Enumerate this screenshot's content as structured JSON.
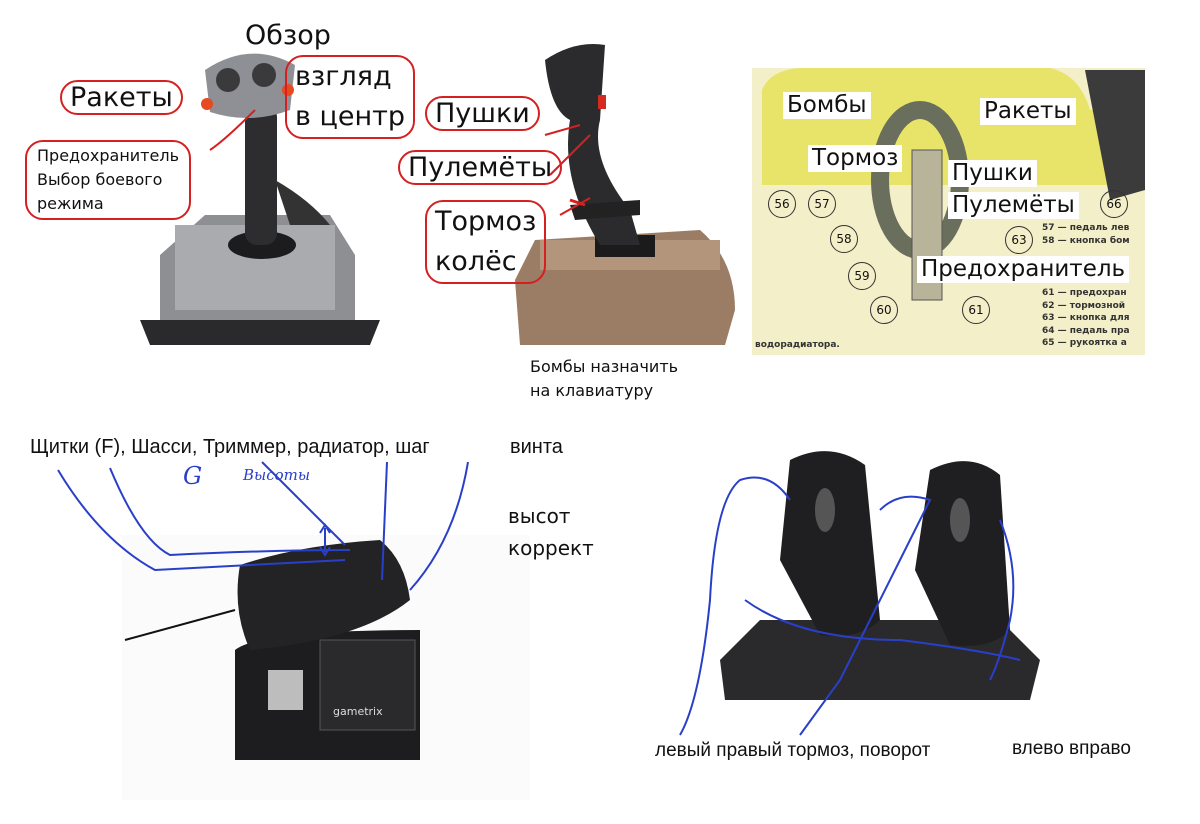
{
  "joystick1": {
    "labels": {
      "review": "Обзор",
      "look_line1": "взгляд",
      "look_line2": "в центр",
      "rockets": "Ракеты",
      "safety_line1": "Предохранитель",
      "safety_line2": "Выбор боевого",
      "safety_line3": "режима"
    }
  },
  "joystick2": {
    "labels": {
      "cannons": "Пушки",
      "machine_guns": "Пулемёты",
      "brake_line1": "Тормоз",
      "brake_line2": "колёс",
      "bombs_line1": "Бомбы назначить",
      "bombs_line2": "на клавиатуру"
    }
  },
  "diagram": {
    "labels": {
      "bombs": "Бомбы",
      "rockets": "Ракеты",
      "brake": "Тормоз",
      "cannons": "Пушки",
      "machine_guns": "Пулемёты",
      "safety": "Предохранитель"
    },
    "callouts": [
      "56",
      "57",
      "58",
      "59",
      "60",
      "61",
      "63",
      "66"
    ],
    "legend": [
      "57 — педаль лев",
      "58 — кнопка бом",
      "61 — предохран",
      "62 — тормозной",
      "63 — кнопка для",
      "64 — педаль пра",
      "65 — рукоятка а"
    ],
    "caption_fragment": "водорадиатора."
  },
  "throttle": {
    "top_label": "Щитки (F), Шасси, Триммер, радиатор, шаг",
    "top_label_end": "винта",
    "handwritten_g": "G",
    "handwritten_altitude": "Высоты",
    "altitude_line1": "высот",
    "altitude_line2": "коррект",
    "brand": "gametrix"
  },
  "pedals": {
    "label_left": "левый правый тормоз, поворот",
    "label_right": "влево вправо"
  },
  "colors": {
    "annotation_red": "#d42020",
    "pen_blue": "#2a3fc8",
    "diagram_yellow": "#e8e46a",
    "diagram_cream": "#f3efc8"
  }
}
